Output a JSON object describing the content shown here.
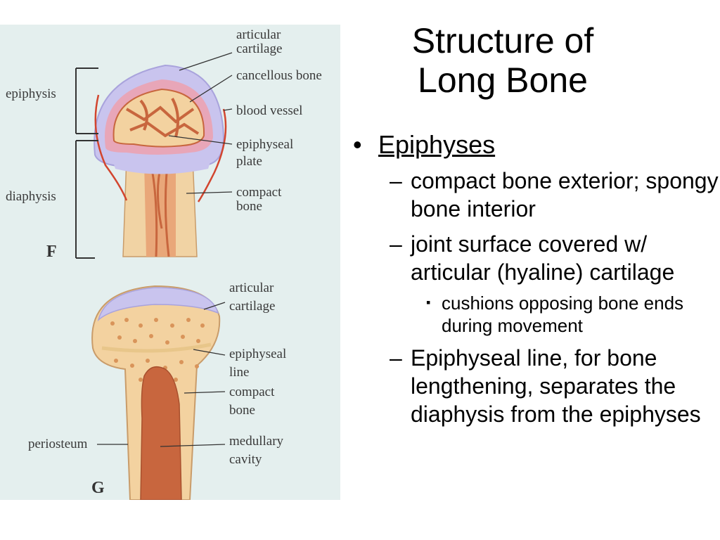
{
  "title": {
    "line1": "Structure of",
    "line2": "Long Bone"
  },
  "bullets": [
    {
      "level": 1,
      "marker": "•",
      "text": "Epiphyses"
    },
    {
      "level": 2,
      "marker": "–",
      "text": "compact bone exterior; spongy bone interior"
    },
    {
      "level": 2,
      "marker": "–",
      "text": "joint surface covered w/ articular (hyaline) cartilage"
    },
    {
      "level": 3,
      "marker": "▪",
      "text": "cushions opposing bone ends during movement"
    },
    {
      "level": 2,
      "marker": "–",
      "text": "Epiphyseal line, for bone lengthening, separates the diaphysis from the epiphyses"
    }
  ],
  "figure": {
    "panel_f": {
      "letter": "F",
      "left_labels": {
        "epiphysis": "epiphysis",
        "diaphysis": "diaphysis"
      },
      "articular_cartilage": [
        "articular",
        "cartilage"
      ],
      "cancellous_bone": "cancellous bone",
      "blood_vessel": "blood vessel",
      "epiphyseal_plate": [
        "epiphyseal",
        "plate"
      ],
      "compact_bone": [
        "compact",
        "bone"
      ]
    },
    "panel_g": {
      "letter": "G",
      "articular_cartilage": [
        "articular",
        "cartilage"
      ],
      "epiphyseal_line": [
        "epiphyseal",
        "line"
      ],
      "compact_bone": [
        "compact",
        "bone"
      ],
      "periosteum": "periosteum",
      "medullary_cavity": [
        "medullary",
        "cavity"
      ]
    },
    "colors": {
      "background": "#e4efee",
      "cartilage": "#c9c4ee",
      "bone": "#f3d2a0",
      "marrow": "#c8663e",
      "vessel": "#d2452e"
    }
  }
}
